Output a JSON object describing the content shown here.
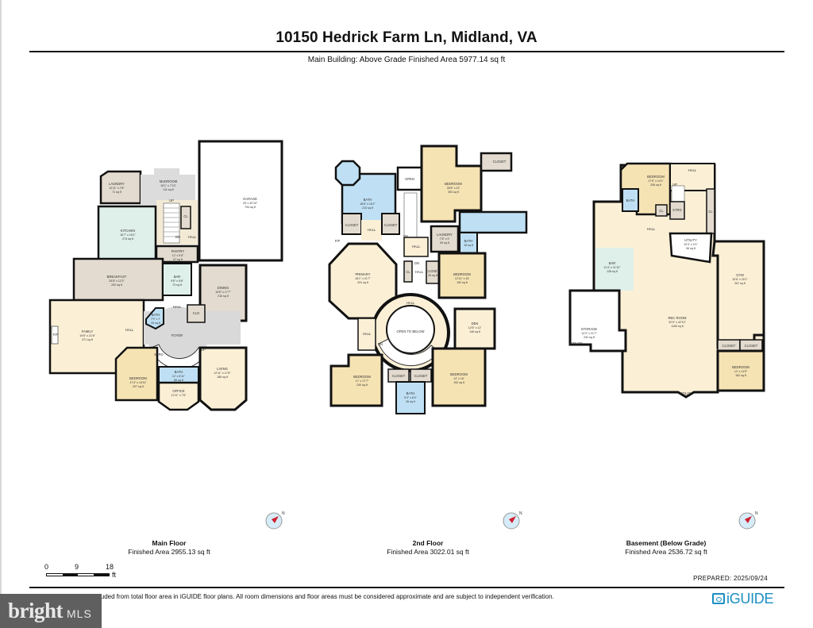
{
  "header": {
    "title": "10150 Hedrick Farm Ln, Midland, VA",
    "subtitle": "Main Building: Above Grade Finished Area 5977.14 sq ft"
  },
  "colors": {
    "wall": "#111111",
    "window": "#7fb3d5",
    "living": "#fbf0d6",
    "bedroom": "#f6e3b4",
    "service": "#e3dbcf",
    "wet": "#bfe0f4",
    "kitchen": "#dff0ea",
    "hall": "#d9d9d9",
    "garage": "#ffffff",
    "accent_iguide": "#1a8fc3",
    "compass_red": "#d01f2e"
  },
  "floors": [
    {
      "name": "Main Floor",
      "finished_area": "Finished Area 2955.13 sq ft",
      "rooms": [
        {
          "name": "LAUNDRY",
          "dims": "10'11\" x 7'8\"",
          "area": "71 sq ft"
        },
        {
          "name": "MUDROOM",
          "dims": "16'1\" x 7'10\"",
          "area": "111 sq ft"
        },
        {
          "name": "GARAGE",
          "dims": "25' x 32'10\"",
          "area": "794 sq ft"
        },
        {
          "name": "KITCHEN",
          "dims": "16'7\" x 16'1\"",
          "area": "274 sq ft"
        },
        {
          "name": "CL",
          "dims": "",
          "area": ""
        },
        {
          "name": "DN",
          "dims": "",
          "area": ""
        },
        {
          "name": "UP",
          "dims": "",
          "area": ""
        },
        {
          "name": "HALL",
          "dims": "",
          "area": ""
        },
        {
          "name": "PANTRY",
          "dims": "12' x 5'5\"",
          "area": "57 sq ft"
        },
        {
          "name": "BREAKFAST",
          "dims": "25'8\" x 12'2\"",
          "area": "292 sq ft"
        },
        {
          "name": "BAR",
          "dims": "9'6\" x 9'8\"",
          "area": "73 sq ft"
        },
        {
          "name": "DINING",
          "dims": "15'8\" x 17'7\"",
          "area": "216 sq ft"
        },
        {
          "name": "BATH",
          "dims": "7'9\" x 7'",
          "area": "33 sq ft"
        },
        {
          "name": "HALL",
          "dims": "",
          "area": ""
        },
        {
          "name": "CLO",
          "dims": "",
          "area": ""
        },
        {
          "name": "FAMILY",
          "dims": "19'6\" x 21'8\"",
          "area": "371 sq ft"
        },
        {
          "name": "HALL",
          "dims": "",
          "area": ""
        },
        {
          "name": "FOYER",
          "dims": "",
          "area": ""
        },
        {
          "name": "STRG",
          "dims": "",
          "area": ""
        },
        {
          "name": "UP",
          "dims": "",
          "area": ""
        },
        {
          "name": "BEDROOM",
          "dims": "17'4\" x 14'11\"",
          "area": "207 sq ft"
        },
        {
          "name": "BATH",
          "dims": "12' x 6'11\"",
          "area": "66 sq ft"
        },
        {
          "name": "LIVING",
          "dims": "12'11\" x 17'6\"",
          "area": "186 sq ft"
        },
        {
          "name": "OFFICE",
          "dims": "11'11\" x 7'6\"",
          "area": ""
        },
        {
          "name": "F/P",
          "dims": "",
          "area": ""
        }
      ]
    },
    {
      "name": "2nd Floor",
      "finished_area": "Finished Area 3022.01 sq ft",
      "rooms": [
        {
          "name": "BATH",
          "dims": "18'8\" x 18'1\"",
          "area": "210 sq ft"
        },
        {
          "name": "OPEN",
          "dims": "",
          "area": ""
        },
        {
          "name": "BEDROOM",
          "dims": "26'6\" x 22'",
          "area": "393 sq ft"
        },
        {
          "name": "CLOSET",
          "dims": "",
          "area": ""
        },
        {
          "name": "CLOSET",
          "dims": "",
          "area": ""
        },
        {
          "name": "HALL",
          "dims": "",
          "area": ""
        },
        {
          "name": "CLOSET",
          "dims": "",
          "area": ""
        },
        {
          "name": "DN",
          "dims": "",
          "area": ""
        },
        {
          "name": "HALL",
          "dims": "",
          "area": ""
        },
        {
          "name": "LAUNDRY",
          "dims": "7'8\" x 9'",
          "area": "59 sq ft"
        },
        {
          "name": "BATH",
          "dims": "",
          "area": "18 sq ft"
        },
        {
          "name": "F/P",
          "dims": "",
          "area": ""
        },
        {
          "name": "PRIMARY",
          "dims": "18'1\" x 21'7\"",
          "area": "331 sq ft"
        },
        {
          "name": "DN",
          "dims": "",
          "area": ""
        },
        {
          "name": "CL",
          "dims": "",
          "area": ""
        },
        {
          "name": "HALL",
          "dims": "",
          "area": ""
        },
        {
          "name": "CLOSET",
          "dims": "",
          "area": "26 sq ft"
        },
        {
          "name": "BEDROOM",
          "dims": "12'11\" x 15'",
          "area": "192 sq ft"
        },
        {
          "name": "HALL",
          "dims": "",
          "area": ""
        },
        {
          "name": "HALL",
          "dims": "",
          "area": ""
        },
        {
          "name": "OPEN TO BELOW",
          "dims": "",
          "area": ""
        },
        {
          "name": "DEN",
          "dims": "12'6\" x 12'",
          "area": "146 sq ft"
        },
        {
          "name": "DN",
          "dims": "",
          "area": ""
        },
        {
          "name": "BEDROOM",
          "dims": "17' x 17'7\"",
          "area": "240 sq ft"
        },
        {
          "name": "CLOSET",
          "dims": "",
          "area": ""
        },
        {
          "name": "CLOSET",
          "dims": "",
          "area": ""
        },
        {
          "name": "BEDROOM",
          "dims": "12' x 16'",
          "area": "192 sq ft"
        },
        {
          "name": "BATH",
          "dims": "5'3\" x 8'4\"",
          "area": "36 sq ft"
        }
      ]
    },
    {
      "name": "Basement (Below Grade)",
      "finished_area": "Finished Area 2536.72 sq ft",
      "rooms": [
        {
          "name": "BEDROOM",
          "dims": "17'6\" x 14'1\"",
          "area": "206 sq ft"
        },
        {
          "name": "HALL",
          "dims": "",
          "area": ""
        },
        {
          "name": "UP",
          "dims": "",
          "area": ""
        },
        {
          "name": "BATH",
          "dims": "",
          "area": ""
        },
        {
          "name": "CL",
          "dims": "",
          "area": ""
        },
        {
          "name": "STRG",
          "dims": "",
          "area": ""
        },
        {
          "name": "CL",
          "dims": "",
          "area": ""
        },
        {
          "name": "HALL",
          "dims": "",
          "area": ""
        },
        {
          "name": "UTILITY",
          "dims": "10'3\" x 9'1\"",
          "area": "96 sq ft"
        },
        {
          "name": "BAR",
          "dims": "11'4\" x 11'10\"",
          "area": "128 sq ft"
        },
        {
          "name": "GYM",
          "dims": "15'6\" x 20'1\"",
          "area": "267 sq ft"
        },
        {
          "name": "REC ROOM",
          "dims": "32'9\" x 42'10\"",
          "area": "1169 sq ft"
        },
        {
          "name": "STORAGE",
          "dims": "14'3\" x 21'7\"",
          "area": "232 sq ft"
        },
        {
          "name": "UTILITY",
          "dims": "",
          "area": ""
        },
        {
          "name": "CLOSET",
          "dims": "",
          "area": ""
        },
        {
          "name": "CLOSET",
          "dims": "",
          "area": ""
        },
        {
          "name": "BEDROOM",
          "dims": "12' x 11'9\"",
          "area": "162 sq ft"
        },
        {
          "name": "UTILITY",
          "dims": "",
          "area": ""
        }
      ]
    }
  ],
  "scale_bar": {
    "ticks": [
      "0",
      "9",
      "18"
    ],
    "unit": "ft"
  },
  "compass": {
    "label": "N"
  },
  "prepared": "PREPARED: 2025/09/24",
  "disclaimer": "luded from total floor area in iGUIDE floor plans. All room dimensions and floor areas must be considered approximate and are subject to independent verification.",
  "branding": {
    "iguide": "iGUIDE",
    "bright_word": "bright",
    "bright_mls": "MLS"
  }
}
